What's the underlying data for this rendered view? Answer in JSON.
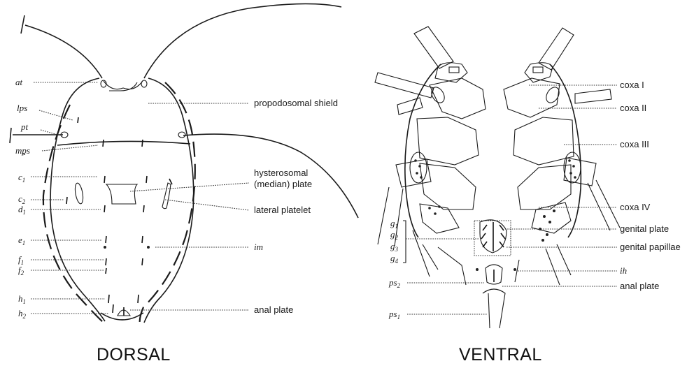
{
  "dorsal": {
    "title": "DORSAL",
    "left_labels": [
      {
        "id": "at",
        "base": "at",
        "sub": ""
      },
      {
        "id": "lps",
        "base": "lps",
        "sub": ""
      },
      {
        "id": "pt",
        "base": "pt",
        "sub": ""
      },
      {
        "id": "mps",
        "base": "mps",
        "sub": ""
      },
      {
        "id": "c1",
        "base": "c",
        "sub": "1"
      },
      {
        "id": "c2",
        "base": "c",
        "sub": "2"
      },
      {
        "id": "d1",
        "base": "d",
        "sub": "1"
      },
      {
        "id": "e1",
        "base": "e",
        "sub": "1"
      },
      {
        "id": "f1",
        "base": "f",
        "sub": "1"
      },
      {
        "id": "f2",
        "base": "f",
        "sub": "2"
      },
      {
        "id": "h1",
        "base": "h",
        "sub": "1"
      },
      {
        "id": "h2",
        "base": "h",
        "sub": "2"
      }
    ],
    "right_labels": {
      "propodosomal_shield": "propodosomal shield",
      "hysterosomal_line1": "hysterosomal",
      "hysterosomal_line2": "(median) plate",
      "lateral_platelet": "lateral platelet",
      "im": "im",
      "anal_plate": "anal plate"
    }
  },
  "ventral": {
    "title": "VENTRAL",
    "left_labels": [
      {
        "id": "g1",
        "base": "g",
        "sub": "1"
      },
      {
        "id": "g2",
        "base": "g",
        "sub": "2"
      },
      {
        "id": "g3",
        "base": "g",
        "sub": "3"
      },
      {
        "id": "g4",
        "base": "g",
        "sub": "4"
      },
      {
        "id": "ps2",
        "base": "ps",
        "sub": "2"
      },
      {
        "id": "ps1",
        "base": "ps",
        "sub": "1"
      }
    ],
    "right_labels": {
      "coxa_1": "coxa I",
      "coxa_2": "coxa II",
      "coxa_3": "coxa III",
      "coxa_4": "coxa IV",
      "genital_plate": "genital plate",
      "genital_papillae": "genital papillae",
      "ih": "ih",
      "anal_plate": "anal plate"
    }
  }
}
